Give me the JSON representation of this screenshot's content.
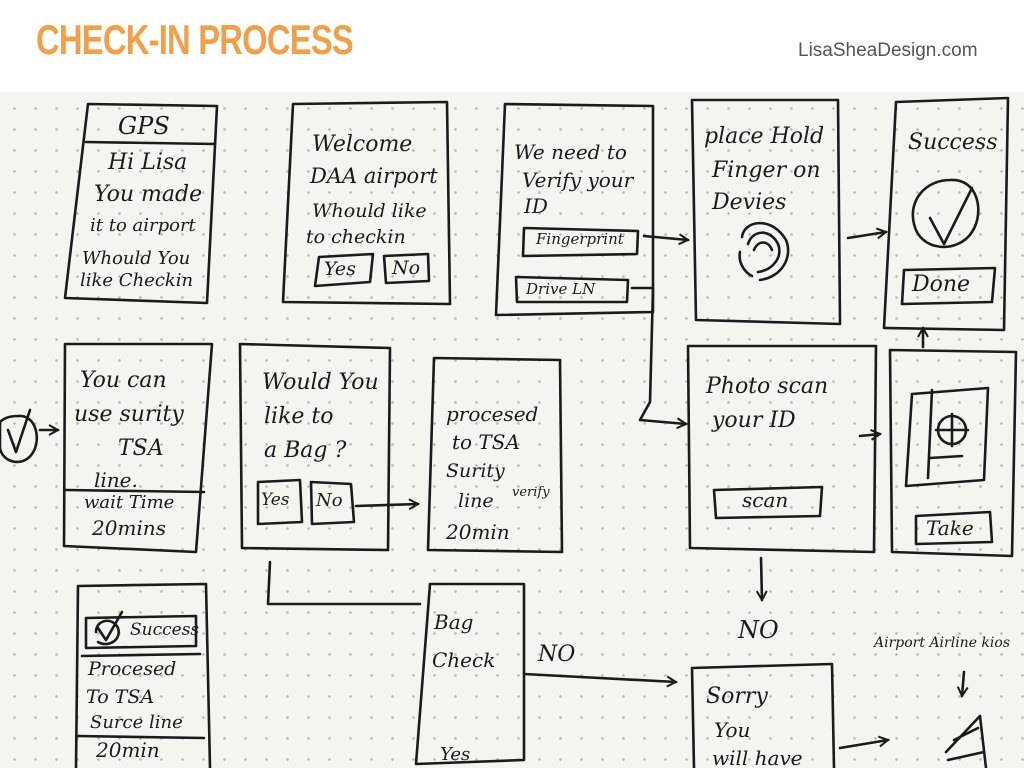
{
  "header": {
    "title": "CHECK-IN PROCESS",
    "site": "LisaSheaDesign.com",
    "title_color": "#f0a04b",
    "site_color": "#555555"
  },
  "screens": {
    "gps": {
      "title": "GPS",
      "lines": [
        "Hi Lisa",
        "You made",
        "it to airport",
        "Whould You",
        "like Checkin"
      ]
    },
    "welcome": {
      "lines": [
        "Welcome",
        "DAA airport",
        "Whould like",
        "to checkin"
      ],
      "yes": "Yes",
      "no": "No"
    },
    "verify": {
      "lines": [
        "We need to",
        "Verify your",
        "ID"
      ],
      "fingerprint": "Fingerprint",
      "drivers_license": "Drive LN"
    },
    "place_finger": {
      "lines": [
        "place Hold",
        "Finger on",
        "Devies"
      ]
    },
    "success": {
      "title": "Success",
      "done": "Done"
    },
    "tsa": {
      "lines": [
        "You can",
        "use surity",
        "TSA",
        "line."
      ],
      "wait": [
        "wait Time",
        "20mins"
      ]
    },
    "bag": {
      "lines": [
        "Would You",
        "like to",
        "a Bag ?"
      ],
      "yes": "Yes",
      "no": "No"
    },
    "proceed_tsa": {
      "lines": [
        "procesed",
        "to TSA",
        "Surity",
        "line",
        "20min"
      ],
      "annotation": "verify"
    },
    "photo_scan": {
      "lines": [
        "Photo scan",
        "your ID"
      ],
      "button": "scan"
    },
    "take_photo": {
      "button": "Take"
    },
    "success_tsa": {
      "title": "Success",
      "lines": [
        "Procesed",
        "To TSA",
        "Surce line"
      ],
      "wait": "20min"
    },
    "bag_check": {
      "lines": [
        "Bag",
        "Check"
      ],
      "no_label": "NO",
      "yes_label": "Yes"
    },
    "sorry": {
      "lines": [
        "Sorry",
        "You",
        "will have"
      ]
    },
    "no_label": "NO",
    "airport_kiosk": "Airport Airline kios"
  },
  "colors": {
    "ink": "#1b1b1b",
    "paper": "#f6f4ef",
    "dots": "#b9b6ae"
  }
}
